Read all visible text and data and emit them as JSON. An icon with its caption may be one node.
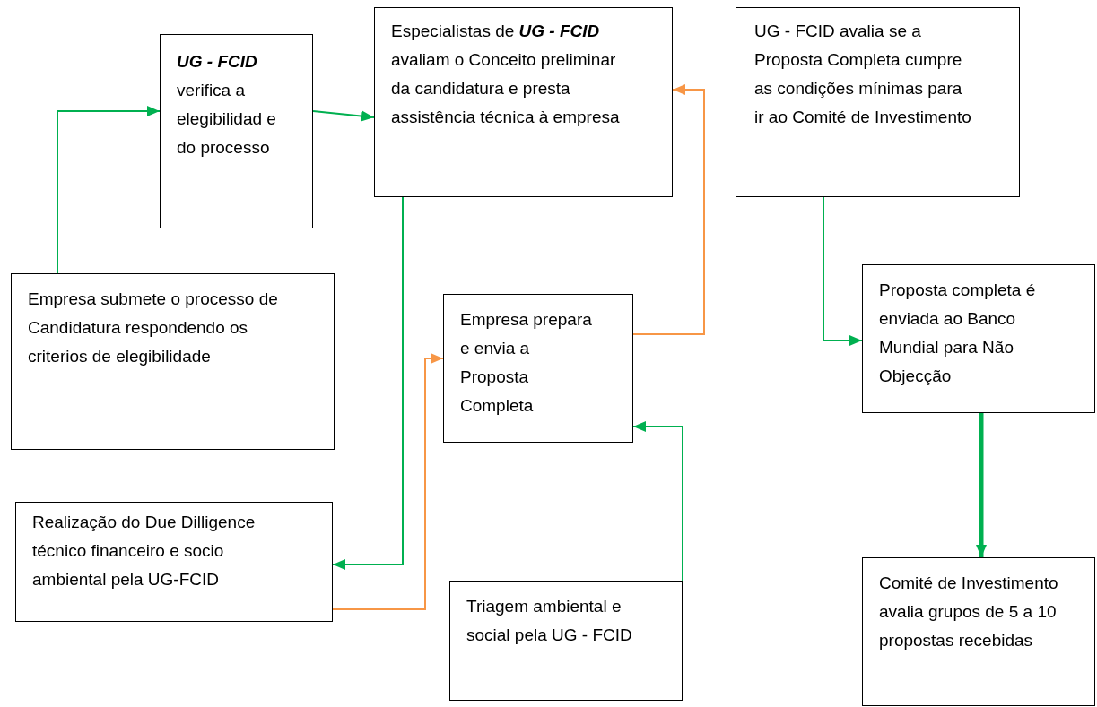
{
  "diagram": {
    "nodes": [
      {
        "text": [
          "Empresa submete o processo de Candidatura respondendo os criterios de elegibilidade"
        ]
      },
      {
        "text": [
          "UG - FCID",
          "verifica a elegibilidad e do processo"
        ]
      },
      {
        "text": [
          "Especialistas de **UG - FCID** avaliam o Conceito preliminar da candidatura e presta assistência técnica à empresa"
        ]
      },
      {
        "text": [
          "UG - FCID avalia se a Proposta Completa cumpre as condições mínimas para ir ao Comité de Investimento"
        ]
      },
      {
        "text": [
          "Empresa prepara e envia a Proposta Completa"
        ]
      },
      {
        "text": [
          "Proposta completa é enviada ao Banco Mundial para Não Objecção"
        ]
      },
      {
        "text": [
          "Realização do Due Dilligence técnico financeiro e socio ambiental pela UG-FCID"
        ]
      },
      {
        "text": [
          "Triagem ambiental e social pela UG - FCID"
        ]
      },
      {
        "text": [
          "Comité de Investimento avalia grupos de 5 a 10 propostas recebidas"
        ]
      }
    ],
    "edges": [
      {
        "from": 0,
        "to": 1,
        "arrow": "to"
      },
      {
        "from": 1,
        "to": 2,
        "arrow": "to"
      },
      {
        "from": 2,
        "to": 6,
        "arrow": "to"
      },
      {
        "from": 6,
        "to": 4,
        "arrow": "to",
        "color": "#f79646"
      },
      {
        "from": 4,
        "to": 2,
        "arrow": "to",
        "color": "#f79646"
      },
      {
        "from": 7,
        "to": 4,
        "arrow": "to"
      },
      {
        "from": 3,
        "to": 5,
        "arrow": "to"
      },
      {
        "from": 5,
        "to": 8,
        "arrow": "to",
        "style": "thick"
      }
    ]
  }
}
